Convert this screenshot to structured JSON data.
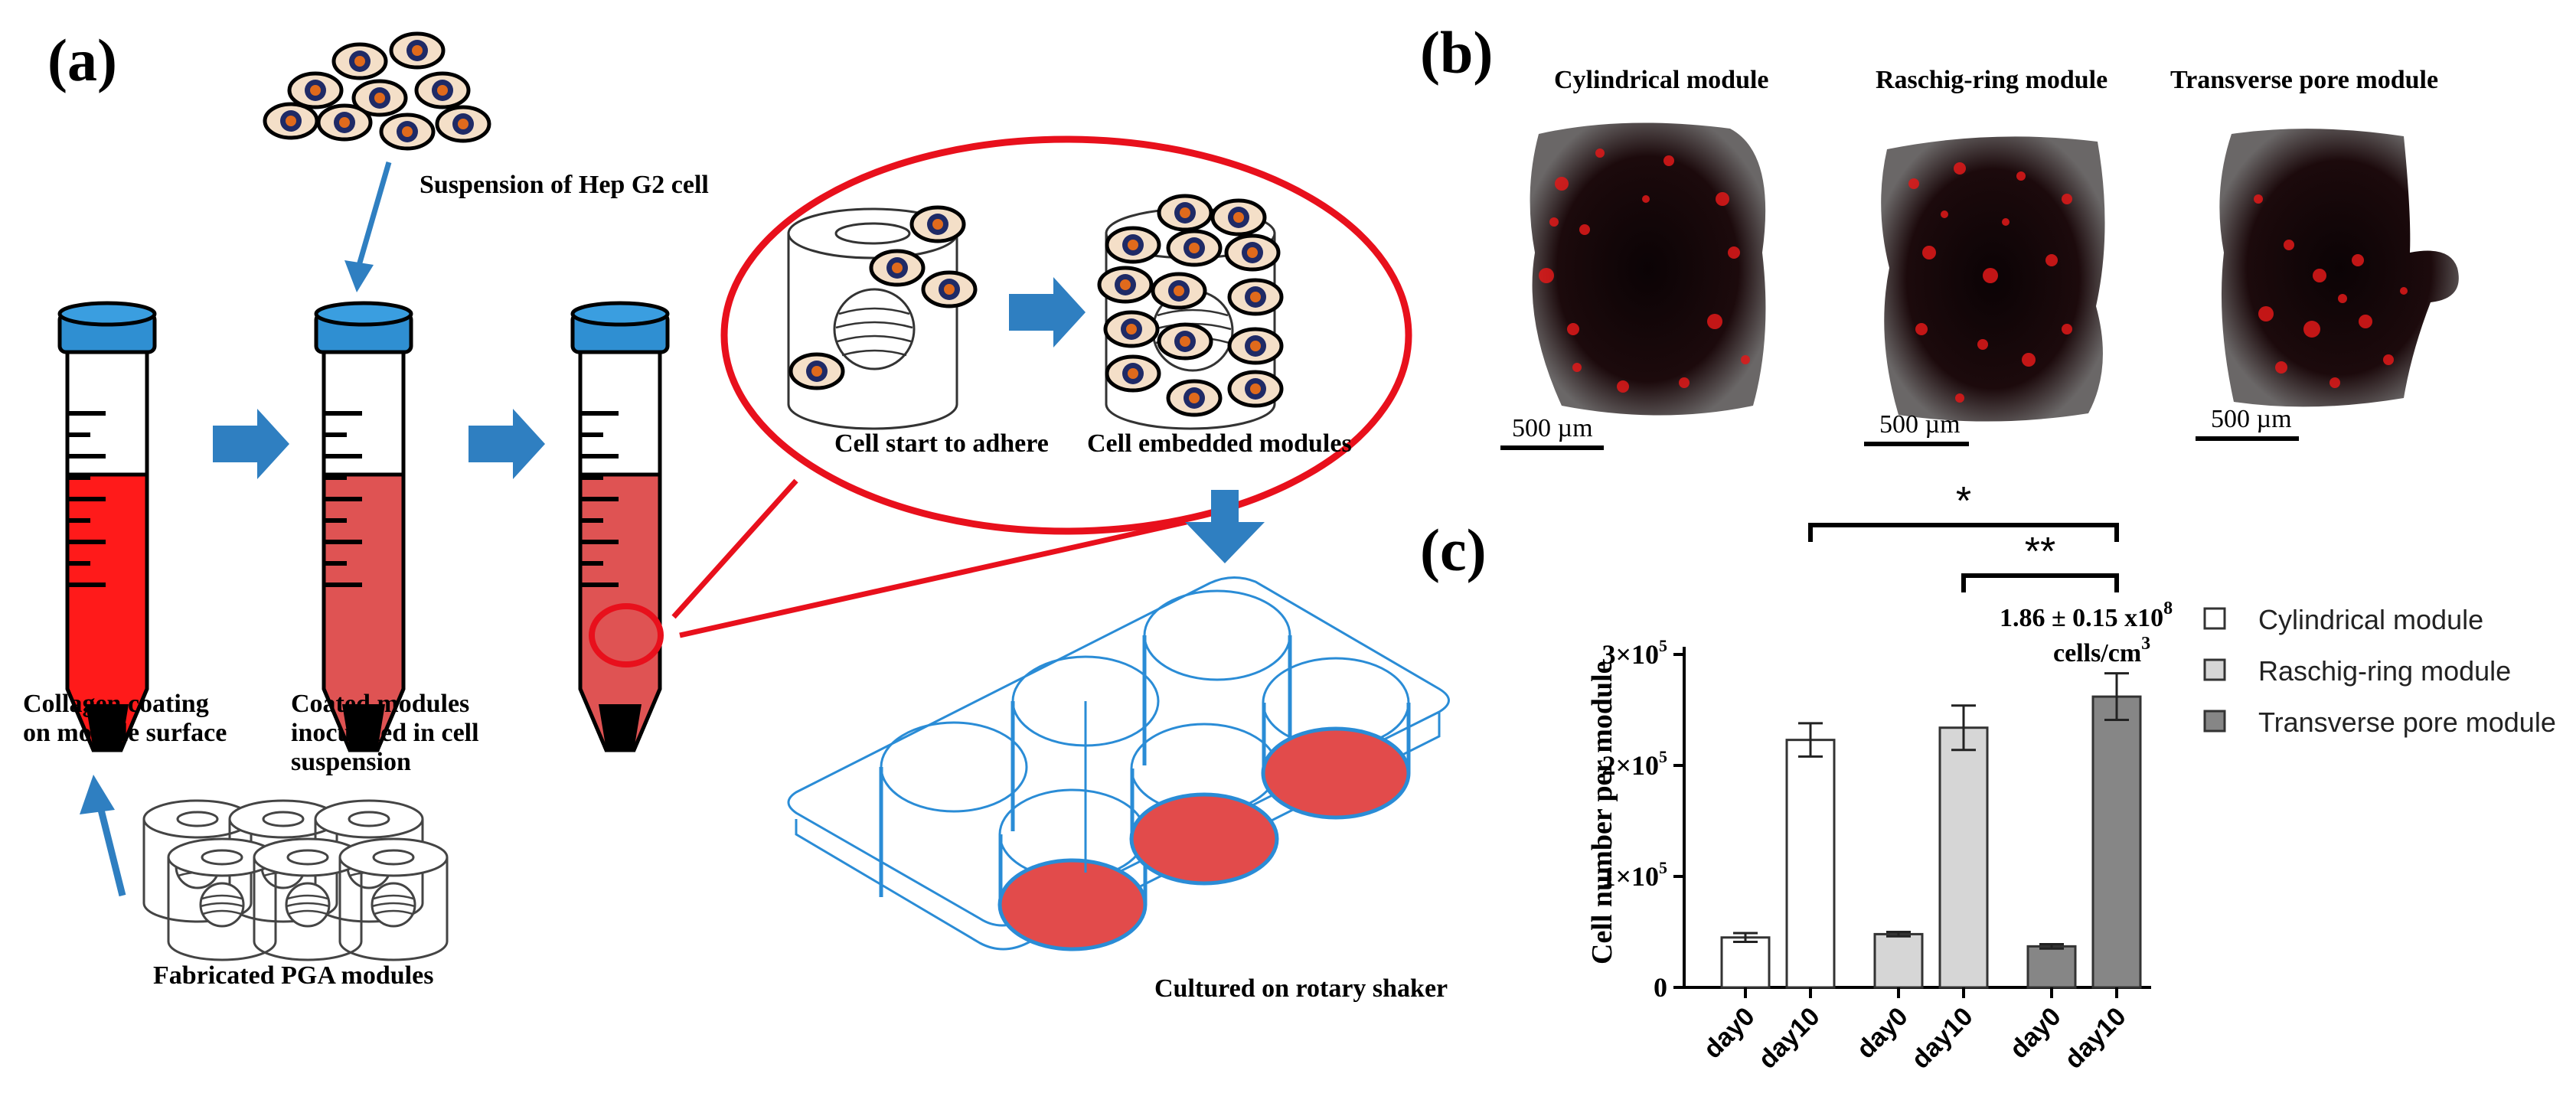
{
  "panel_labels": {
    "a": "(a)",
    "b": "(b)",
    "c": "(c)"
  },
  "panel_a": {
    "suspension_label": "Suspension of Hep G2 cell",
    "step1_label": [
      "Collagen coating",
      "on module surface"
    ],
    "step2_label": [
      "Coated modules",
      "inoculated in cell",
      "suspension"
    ],
    "fabricated_label": "Fabricated PGA modules",
    "zoom_left_label": "Cell start to adhere",
    "zoom_right_label": "Cell embedded modules",
    "shaker_label": "Cultured on rotary shaker",
    "colors": {
      "arrow": "#2f7fc1",
      "cap": "#2f8fd2",
      "red_fill": "#ff1a1a",
      "pink_fill": "#df5353",
      "zoom_ring": "#e8101c",
      "plate": "#2a8cd6"
    }
  },
  "panel_b": {
    "images": [
      {
        "title": "Cylindrical module",
        "scalebar": "500 µm"
      },
      {
        "title": "Raschig-ring module",
        "scalebar": "500 µm"
      },
      {
        "title": "Transverse pore module",
        "scalebar": "500 µm"
      }
    ]
  },
  "chart_data": {
    "type": "bar",
    "ylabel": "Cell number per module",
    "ylim": [
      0,
      300000
    ],
    "yticks": [
      {
        "value": 0,
        "label": "0"
      },
      {
        "value": 100000,
        "label": "1×10",
        "exp": "5"
      },
      {
        "value": 200000,
        "label": "2×10",
        "exp": "5"
      },
      {
        "value": 300000,
        "label": "3×10",
        "exp": "5"
      }
    ],
    "categories": [
      "day0",
      "day10",
      "day0",
      "day10",
      "day0",
      "day10"
    ],
    "series": [
      {
        "name": "Cylindrical module",
        "color": "#ffffff",
        "values": [
          45000,
          223000
        ],
        "errors": [
          4000,
          15000
        ]
      },
      {
        "name": "Raschig-ring module",
        "color": "#d6d6d6",
        "values": [
          48000,
          234000
        ],
        "errors": [
          2000,
          20000
        ]
      },
      {
        "name": "Transverse pore module",
        "color": "#868686",
        "values": [
          37000,
          262000
        ],
        "errors": [
          2000,
          21000
        ]
      }
    ],
    "annotation": {
      "line1": "1.86 ± 0.15 x10",
      "line1_exp": "8",
      "line2": "cells/cm",
      "line2_exp": "3"
    },
    "significance": [
      {
        "label": "*",
        "from_bar": 1,
        "to_bar": 5
      },
      {
        "label": "**",
        "from_bar": 3,
        "to_bar": 5
      }
    ],
    "legend_position": "right"
  }
}
